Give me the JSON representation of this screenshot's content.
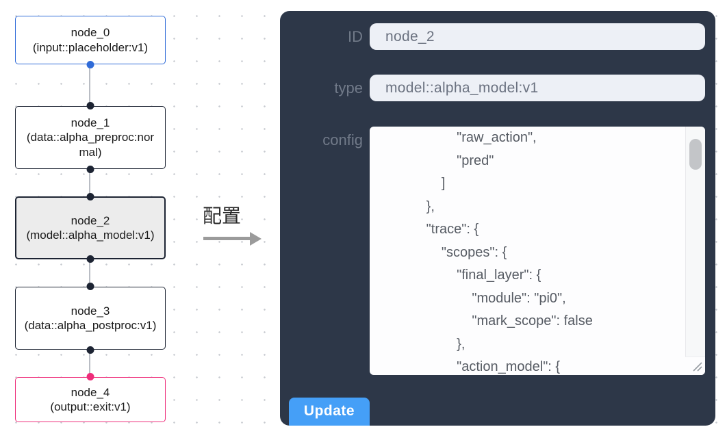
{
  "graph": {
    "nodes": [
      {
        "label": "node_0",
        "sub": "(input::placeholder:v1)"
      },
      {
        "label": "node_1",
        "sub": "(data::alpha_preproc:normal)"
      },
      {
        "label": "node_2",
        "sub": "(model::alpha_model:v1)"
      },
      {
        "label": "node_3",
        "sub": "(data::alpha_postproc:v1)"
      },
      {
        "label": "node_4",
        "sub": "(output::exit:v1)"
      }
    ],
    "colors": {
      "input_node_border": "#2f6bd8",
      "default_node_border": "#1d2433",
      "output_node_border": "#ee2d7a",
      "selected_node_bg": "#ececec",
      "edge": "#b9bdc4",
      "handle_default": "#1d2433",
      "handle_input": "#2f6bd8",
      "handle_output": "#ee2d7a"
    }
  },
  "annotation": {
    "label": "配置",
    "arrow_color": "#9b9b9b"
  },
  "panel": {
    "bg_color": "#2d3748",
    "fields": [
      {
        "label": "ID",
        "value": "node_2"
      },
      {
        "label": "type",
        "value": "model::alpha_model:v1"
      }
    ],
    "config": {
      "label": "config",
      "text": "                    \"raw_action\",\n                    \"pred\"\n                ]\n            },\n            \"trace\": {\n                \"scopes\": {\n                    \"final_layer\": {\n                        \"module\": \"pi0\",\n                        \"mark_scope\": false\n                    },\n                    \"action_model\": {"
    },
    "update_button": {
      "label": "Update",
      "color": "#459ff7"
    }
  }
}
